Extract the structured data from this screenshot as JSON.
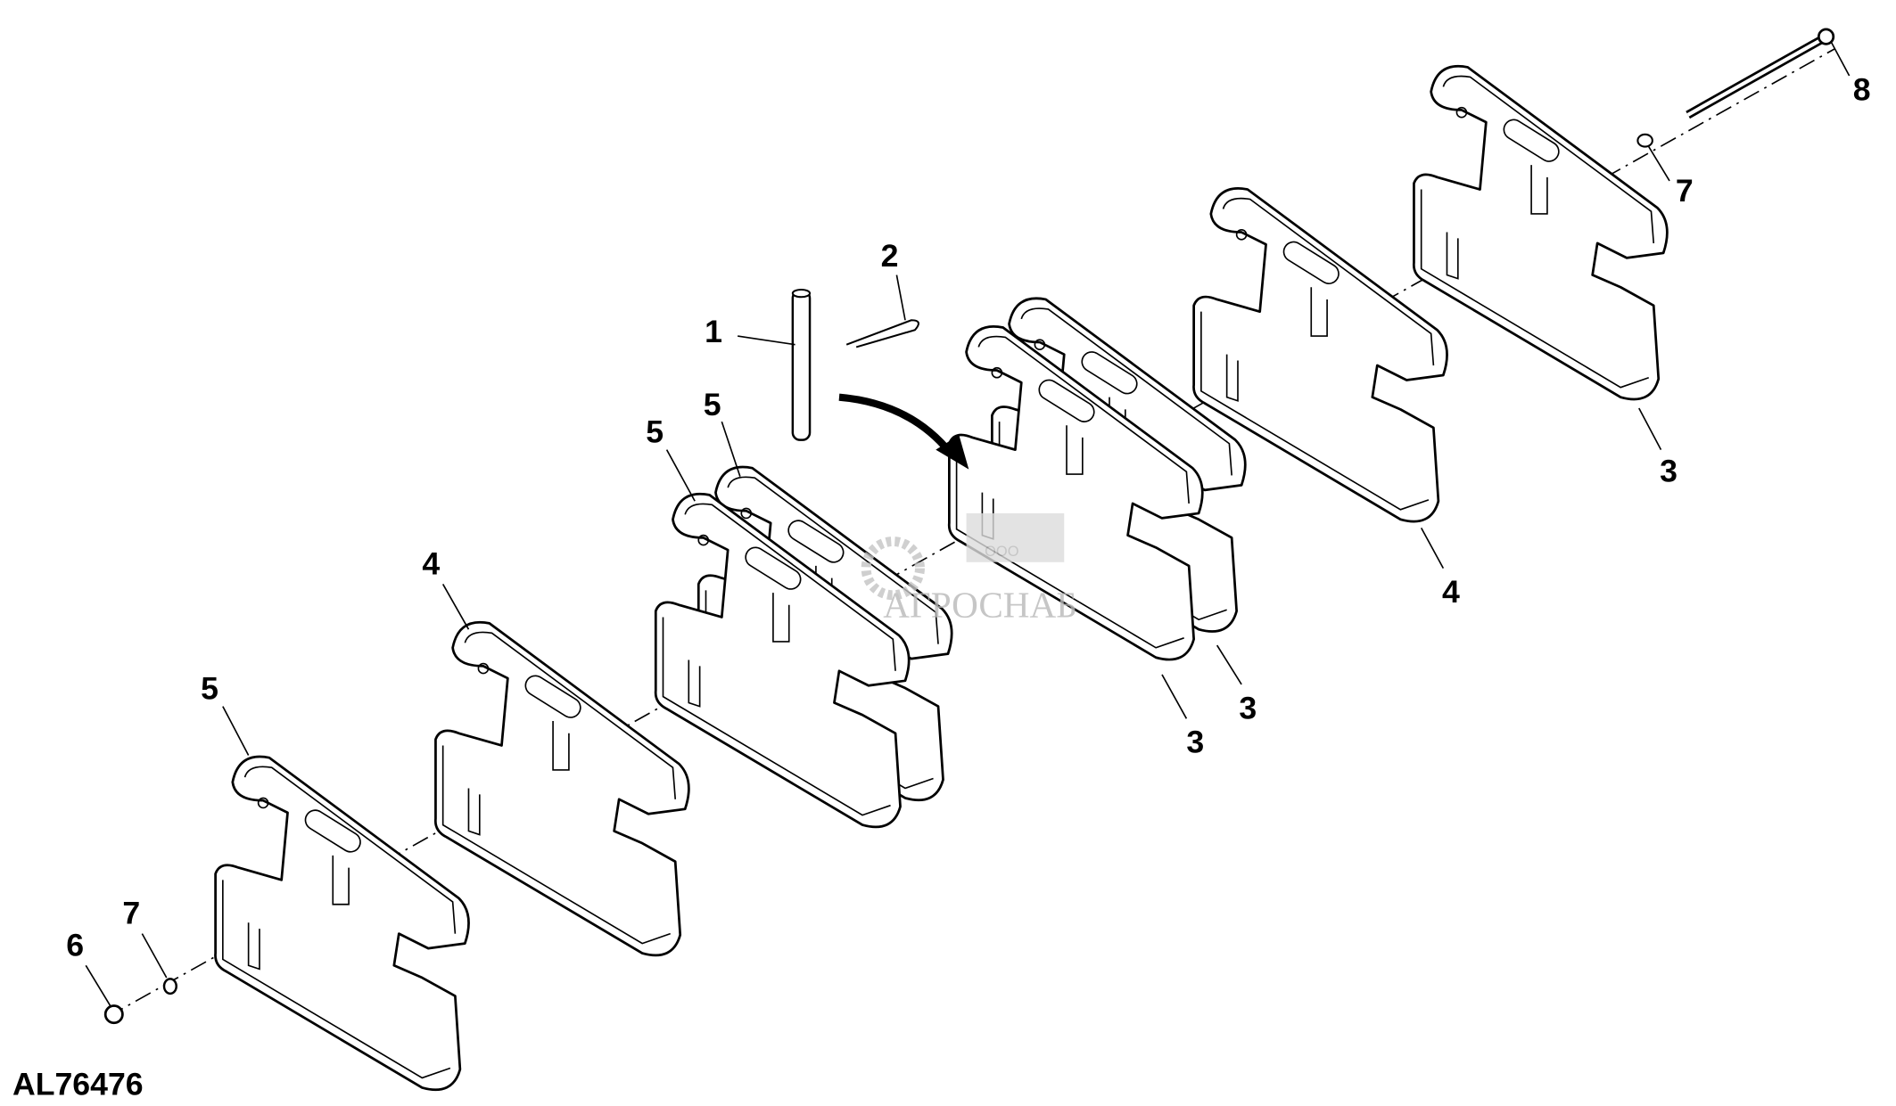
{
  "figure_id": "AL76476",
  "watermark": {
    "prefix": "ООО",
    "name": "АГРОСНАБ"
  },
  "callouts": [
    {
      "number": "1"
    },
    {
      "number": "2"
    },
    {
      "number": "5"
    },
    {
      "number": "5"
    },
    {
      "number": "4"
    },
    {
      "number": "5"
    },
    {
      "number": "6"
    },
    {
      "number": "7"
    },
    {
      "number": "8"
    },
    {
      "number": "7"
    },
    {
      "number": "3"
    },
    {
      "number": "4"
    },
    {
      "number": "3"
    },
    {
      "number": "3"
    }
  ]
}
